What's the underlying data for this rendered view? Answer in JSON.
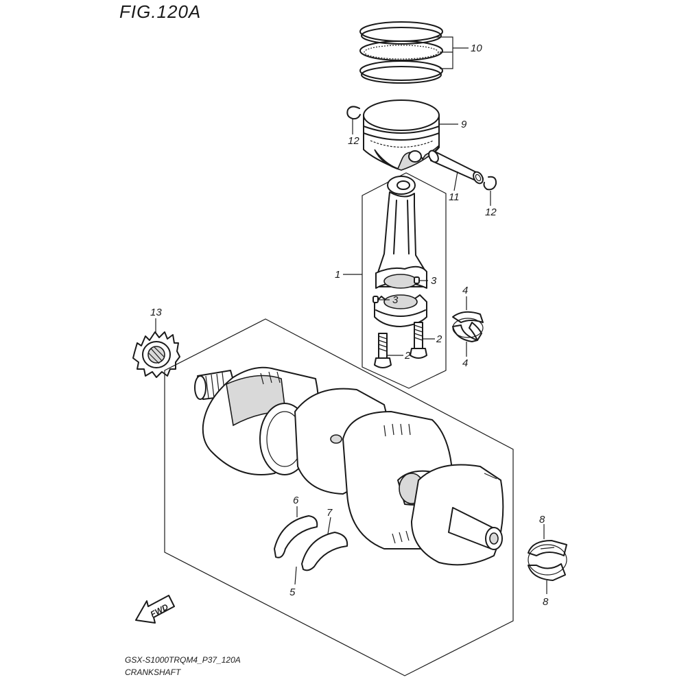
{
  "figure": {
    "title": "FIG.120A",
    "model_code": "GSX-S1000TRQM4_P37_120A",
    "section_name": "CRANKSHAFT",
    "direction_label": "FWD"
  },
  "callouts": {
    "c1": "1",
    "c2a": "2",
    "c2b": "2",
    "c3a": "3",
    "c3b": "3",
    "c4a": "4",
    "c4b": "4",
    "c5": "5",
    "c6": "6",
    "c7": "7",
    "c8a": "8",
    "c8b": "8",
    "c9": "9",
    "c10": "10",
    "c11": "11",
    "c12a": "12",
    "c12b": "12",
    "c13": "13"
  },
  "parts": [
    {
      "ref": "1",
      "icon": "connecting-rod-icon"
    },
    {
      "ref": "2",
      "icon": "bolt-icon"
    },
    {
      "ref": "3",
      "icon": "dowel-pin-icon"
    },
    {
      "ref": "4",
      "icon": "bearing-shell-icon"
    },
    {
      "ref": "5",
      "icon": "crankshaft-icon"
    },
    {
      "ref": "6",
      "icon": "thrust-washer-icon"
    },
    {
      "ref": "7",
      "icon": "thrust-washer-icon"
    },
    {
      "ref": "8",
      "icon": "bearing-shell-icon"
    },
    {
      "ref": "9",
      "icon": "piston-icon"
    },
    {
      "ref": "10",
      "icon": "piston-ring-set-icon"
    },
    {
      "ref": "11",
      "icon": "piston-pin-icon"
    },
    {
      "ref": "12",
      "icon": "circlip-icon"
    },
    {
      "ref": "13",
      "icon": "gear-icon"
    }
  ]
}
